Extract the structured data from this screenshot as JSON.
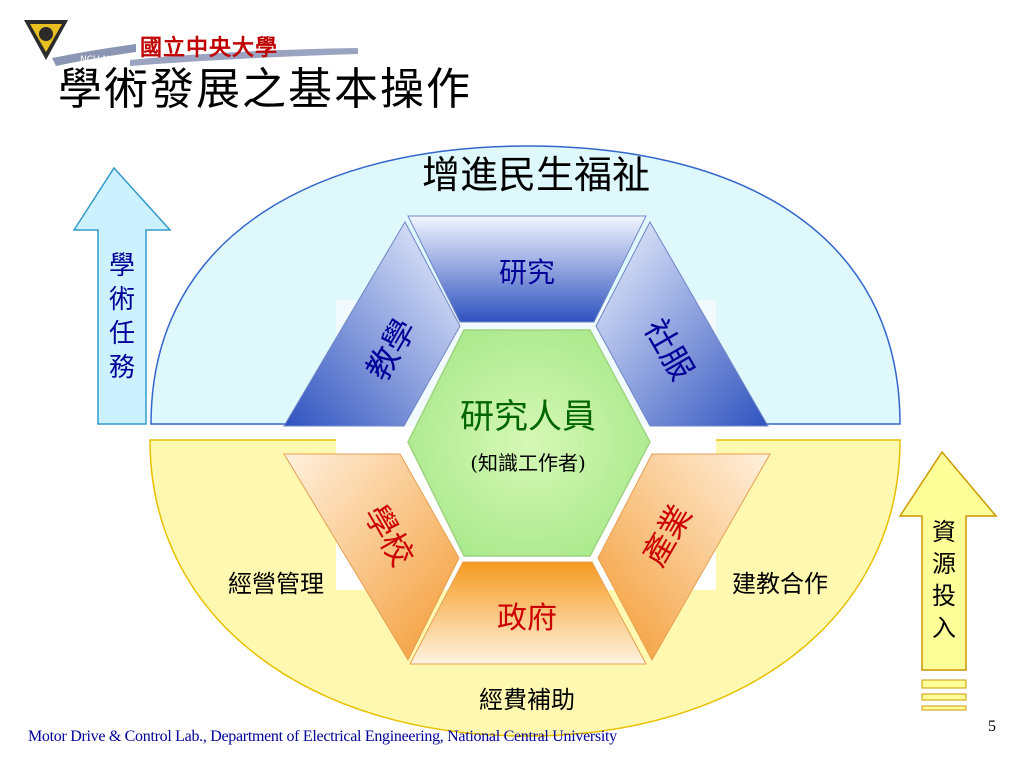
{
  "header": {
    "logo_text": "國立中央大學",
    "logo_ribbon": "NCU NCU",
    "title": "學術發展之基本操作"
  },
  "diagram": {
    "top_label": "增進民生福祉",
    "bottom_label": "經費補助",
    "left_label": "經營管理",
    "right_label": "建教合作",
    "center_title": "研究人員",
    "center_subtitle": "(知識工作者)",
    "upper_segments": {
      "top": "研究",
      "left": "教學",
      "right": "社服"
    },
    "lower_segments": {
      "bottom": "政府",
      "left": "學校",
      "right": "產業"
    },
    "left_arrow_label": "學術任務",
    "right_arrow_label": "資源投入",
    "colors": {
      "upper_fill": "#dff8fc",
      "upper_stroke": "#3366cc",
      "lower_fill": "#fff8b0",
      "lower_stroke": "#e8c000",
      "blue_segment": "#3d5fc4",
      "orange_segment": "#f4a040",
      "center_fill": "#c4f29c",
      "center_text": "#006600",
      "segment_text_blue": "#000099",
      "segment_text_orange": "#cc0000",
      "arrow_up_fill": "#ccf2ff",
      "arrow_in_fill": "#ffff99"
    }
  },
  "footer": {
    "text": "Motor Drive & Control Lab., Department of Electrical Engineering, National Central University",
    "page": "5"
  }
}
